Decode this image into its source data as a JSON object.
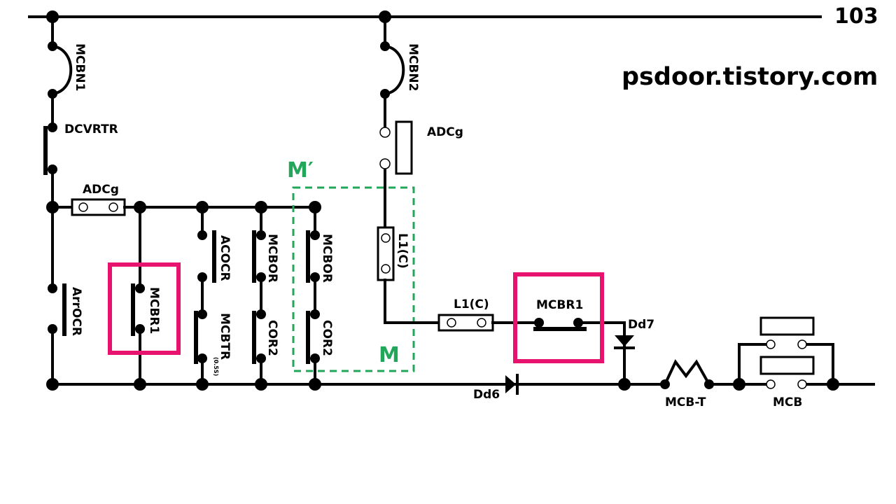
{
  "page_number": "103",
  "website": "psdoor.tistory.com",
  "labels": {
    "mcbn1": "MCBN1",
    "mcbn2": "MCBN2",
    "dcvrtr": "DCVRTR",
    "adcg_top": "ADCg",
    "adcg_left": "ADCg",
    "arrocr": "ArrOCR",
    "mcbr1_left": "MCBR1",
    "acocr": "ACOCR",
    "mcbtr": "MCBTR",
    "mcbtr_sub": "(0.5S)",
    "mcbor_1": "MCBOR",
    "cor2_1": "COR2",
    "mcbor_2": "MCBOR",
    "cor2_2": "COR2",
    "l1c_vertical": "L1(C)",
    "l1c_horizontal": "L1(C)",
    "mcbr1_right": "MCBR1",
    "dd7": "Dd7",
    "dd6": "Dd6",
    "mcb_t": "MCB-T",
    "mcb": "MCB",
    "m_prime": "M′",
    "m": "M"
  },
  "colors": {
    "highlight": "#e8136f",
    "group_box": "#22a65a"
  }
}
